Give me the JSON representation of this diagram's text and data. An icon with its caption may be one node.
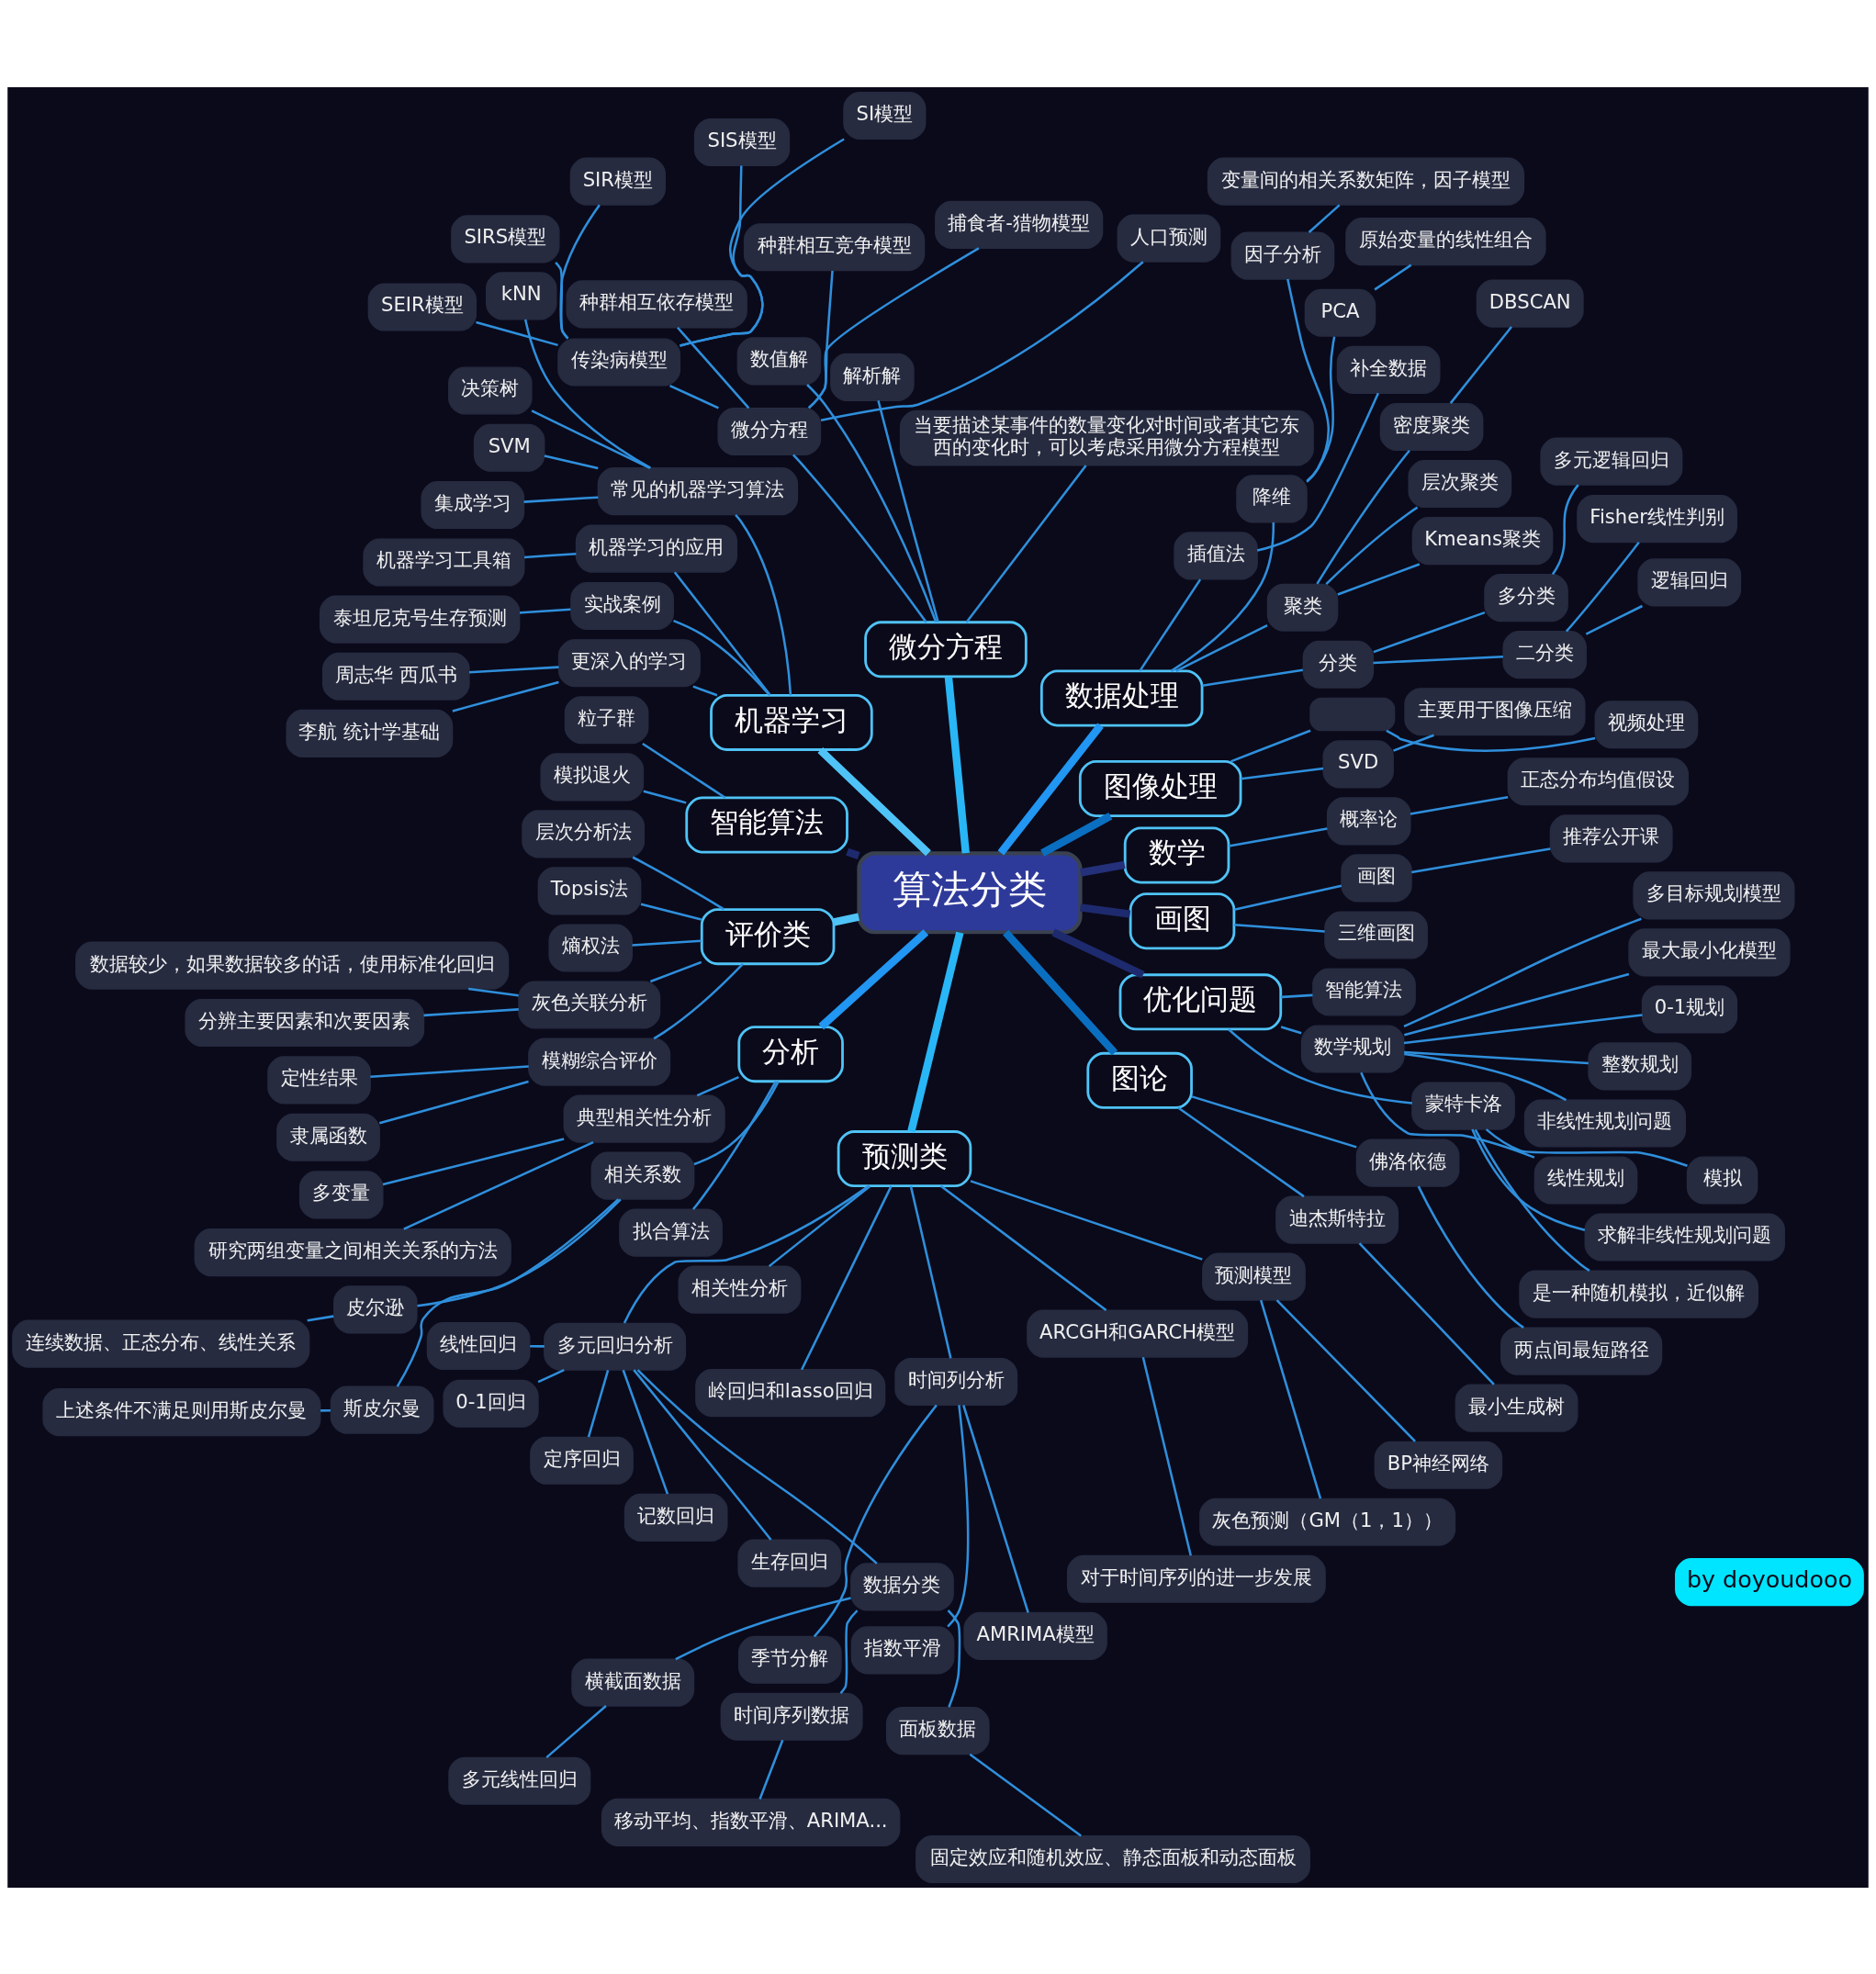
{
  "diagram": {
    "nodes": [
      {
        "text": [
          "算法分类"
        ]
      },
      {
        "text": [
          "画图"
        ]
      },
      {
        "text": [
          "三维画图"
        ]
      },
      {
        "text": [
          "画图"
        ]
      },
      {
        "text": [
          "推荐公开课"
        ]
      },
      {
        "text": [
          "数学"
        ]
      },
      {
        "text": [
          "概率论"
        ]
      },
      {
        "text": [
          "正态分布均值假设"
        ]
      },
      {
        "text": [
          "图像处理"
        ]
      },
      {
        "text": [
          "SVD"
        ]
      },
      {
        "text": [
          "主要用于图像压缩"
        ]
      },
      {
        "text": [],
        "shape": "box"
      },
      {
        "text": [
          "视频处理"
        ]
      },
      {
        "text": [
          "数据处理"
        ]
      },
      {
        "text": [
          "分类"
        ]
      },
      {
        "text": [
          "二分类"
        ]
      },
      {
        "text": [
          "逻辑回归"
        ]
      },
      {
        "text": [
          "Fisher线性判别"
        ]
      },
      {
        "text": [
          "多分类"
        ]
      },
      {
        "text": [
          "多元逻辑回归"
        ]
      },
      {
        "text": [
          "聚类"
        ]
      },
      {
        "text": [
          "Kmeans聚类"
        ]
      },
      {
        "text": [
          "层次聚类"
        ]
      },
      {
        "text": [
          "密度聚类"
        ]
      },
      {
        "text": [
          "DBSCAN"
        ]
      },
      {
        "text": [
          "插值法"
        ]
      },
      {
        "text": [
          "补全数据"
        ]
      },
      {
        "text": [
          "降维"
        ]
      },
      {
        "text": [
          "PCA"
        ]
      },
      {
        "text": [
          "原始变量的线性组合"
        ]
      },
      {
        "text": [
          "因子分析"
        ]
      },
      {
        "text": [
          "变量间的相关系数矩阵，因子模型"
        ]
      },
      {
        "text": [
          "微分方程"
        ]
      },
      {
        "text": [
          "当要描述某事件的数量变化对时间或者其它东西的变化时，可以考虑采用微分方程模型"
        ]
      },
      {
        "text": [
          "解析解"
        ]
      },
      {
        "text": [
          "数值解"
        ]
      },
      {
        "text": [
          "微分方程"
        ]
      },
      {
        "text": [
          "人口预测"
        ]
      },
      {
        "text": [
          "捕食者-猎物模型"
        ]
      },
      {
        "text": [
          "种群相互竞争模型"
        ]
      },
      {
        "text": [
          "种群相互依存模型"
        ]
      },
      {
        "text": [
          "传染病模型"
        ]
      },
      {
        "text": [
          "SI模型"
        ]
      },
      {
        "text": [
          "SIS模型"
        ]
      },
      {
        "text": [
          "SIR模型"
        ]
      },
      {
        "text": [
          "SIRS模型"
        ]
      },
      {
        "text": [
          "SEIR模型"
        ]
      },
      {
        "text": [
          "机器学习"
        ]
      },
      {
        "text": [
          "常见的机器学习算法"
        ]
      },
      {
        "text": [
          "kNN"
        ]
      },
      {
        "text": [
          "决策树"
        ]
      },
      {
        "text": [
          "SVM"
        ]
      },
      {
        "text": [
          "集成学习"
        ]
      },
      {
        "text": [
          "机器学习的应用"
        ]
      },
      {
        "text": [
          "机器学习工具箱"
        ]
      },
      {
        "text": [
          "实战案例"
        ]
      },
      {
        "text": [
          "泰坦尼克号生存预测"
        ]
      },
      {
        "text": [
          "更深入的学习"
        ]
      },
      {
        "text": [
          "周志华 西瓜书"
        ]
      },
      {
        "text": [
          "李航 统计学基础"
        ]
      },
      {
        "text": [
          "智能算法"
        ]
      },
      {
        "text": [
          "粒子群"
        ]
      },
      {
        "text": [
          "模拟退火"
        ]
      },
      {
        "text": [
          "评价类"
        ]
      },
      {
        "text": [
          "层次分析法"
        ]
      },
      {
        "text": [
          "Topsis法"
        ]
      },
      {
        "text": [
          "熵权法"
        ]
      },
      {
        "text": [
          "灰色关联分析"
        ]
      },
      {
        "text": [
          "数据较少，如果数据较多的话，使用标准化回归"
        ]
      },
      {
        "text": [
          "分辨主要因素和次要因素"
        ]
      },
      {
        "text": [
          "模糊综合评价"
        ]
      },
      {
        "text": [
          "定性结果"
        ]
      },
      {
        "text": [
          "隶属函数"
        ]
      },
      {
        "text": [
          "分析"
        ]
      },
      {
        "text": [
          "典型相关性分析"
        ]
      },
      {
        "text": [
          "多变量"
        ]
      },
      {
        "text": [
          "研究两组变量之间相关关系的方法"
        ]
      },
      {
        "text": [
          "相关系数"
        ]
      },
      {
        "text": [
          "皮尔逊"
        ]
      },
      {
        "text": [
          "连续数据、正态分布、线性关系"
        ]
      },
      {
        "text": [
          "斯皮尔曼"
        ]
      },
      {
        "text": [
          "上述条件不满足则用斯皮尔曼"
        ]
      },
      {
        "text": [
          "拟合算法"
        ]
      },
      {
        "text": [
          "预测类"
        ]
      },
      {
        "text": [
          "相关性分析"
        ]
      },
      {
        "text": [
          "多元回归分析"
        ]
      },
      {
        "text": [
          "线性回归"
        ]
      },
      {
        "text": [
          "0-1回归"
        ]
      },
      {
        "text": [
          "定序回归"
        ]
      },
      {
        "text": [
          "记数回归"
        ]
      },
      {
        "text": [
          "生存回归"
        ]
      },
      {
        "text": [
          "数据分类"
        ]
      },
      {
        "text": [
          "横截面数据"
        ]
      },
      {
        "text": [
          "多元线性回归"
        ]
      },
      {
        "text": [
          "时间序列数据"
        ]
      },
      {
        "text": [
          "移动平均、指数平滑、ARIMA..."
        ]
      },
      {
        "text": [
          "面板数据"
        ]
      },
      {
        "text": [
          "固定效应和随机效应、静态面板和动态面板"
        ]
      },
      {
        "text": [
          "岭回归和lasso回归"
        ]
      },
      {
        "text": [
          "时间列分析"
        ]
      },
      {
        "text": [
          "季节分解"
        ]
      },
      {
        "text": [
          "指数平滑"
        ]
      },
      {
        "text": [
          "AMRIMA模型"
        ]
      },
      {
        "text": [
          "ARCGH和GARCH模型"
        ]
      },
      {
        "text": [
          "对于时间序列的进一步发展"
        ]
      },
      {
        "text": [
          "预测模型"
        ]
      },
      {
        "text": [
          "灰色预测（GM（1，1））"
        ]
      },
      {
        "text": [
          "BP神经网络"
        ]
      },
      {
        "text": [
          "图论"
        ]
      },
      {
        "text": [
          "迪杰斯特拉"
        ]
      },
      {
        "text": [
          "最小生成树"
        ]
      },
      {
        "text": [
          "佛洛依德"
        ]
      },
      {
        "text": [
          "两点间最短路径"
        ]
      },
      {
        "text": [
          "优化问题"
        ]
      },
      {
        "text": [
          "蒙特卡洛"
        ]
      },
      {
        "text": [
          "是一种随机模拟，近似解"
        ]
      },
      {
        "text": [
          "求解非线性规划问题"
        ]
      },
      {
        "text": [
          "模拟"
        ]
      },
      {
        "text": [
          "数学规划"
        ]
      },
      {
        "text": [
          "线性规划"
        ]
      },
      {
        "text": [
          "非线性规划问题"
        ]
      },
      {
        "text": [
          "整数规划"
        ]
      },
      {
        "text": [
          "0-1规划"
        ]
      },
      {
        "text": [
          "最大最小化模型"
        ]
      },
      {
        "text": [
          "多目标规划模型"
        ]
      },
      {
        "text": [
          "智能算法"
        ]
      }
    ],
    "edges": [
      {
        "from": 0,
        "to": 1,
        "arrow": "none",
        "style": "thick",
        "color": "#1e2a6e"
      },
      {
        "from": 1,
        "to": 2,
        "arrow": "none"
      },
      {
        "from": 1,
        "to": 3,
        "arrow": "none"
      },
      {
        "from": 3,
        "to": 4,
        "arrow": "none"
      },
      {
        "from": 0,
        "to": 5,
        "arrow": "none",
        "style": "thick",
        "color": "#24307a"
      },
      {
        "from": 5,
        "to": 6,
        "arrow": "none"
      },
      {
        "from": 6,
        "to": 7,
        "arrow": "none"
      },
      {
        "from": 0,
        "to": 8,
        "arrow": "none",
        "style": "thick",
        "color": "#0a6fc0"
      },
      {
        "from": 8,
        "to": 9,
        "arrow": "none"
      },
      {
        "from": 9,
        "to": 10,
        "arrow": "none"
      },
      {
        "from": 8,
        "to": 11,
        "arrow": "none"
      },
      {
        "from": 11,
        "to": 12,
        "arrow": "none"
      },
      {
        "from": 0,
        "to": 13,
        "arrow": "none",
        "style": "thick",
        "color": "#2196f3"
      },
      {
        "from": 13,
        "to": 14,
        "arrow": "none"
      },
      {
        "from": 14,
        "to": 15,
        "arrow": "none"
      },
      {
        "from": 15,
        "to": 16,
        "arrow": "none"
      },
      {
        "from": 15,
        "to": 17,
        "arrow": "none"
      },
      {
        "from": 14,
        "to": 18,
        "arrow": "none"
      },
      {
        "from": 18,
        "to": 19,
        "arrow": "none"
      },
      {
        "from": 13,
        "to": 20,
        "arrow": "none"
      },
      {
        "from": 20,
        "to": 21,
        "arrow": "none"
      },
      {
        "from": 20,
        "to": 22,
        "arrow": "none"
      },
      {
        "from": 20,
        "to": 23,
        "arrow": "none"
      },
      {
        "from": 23,
        "to": 24,
        "arrow": "none"
      },
      {
        "from": 13,
        "to": 25,
        "arrow": "none"
      },
      {
        "from": 25,
        "to": 26,
        "arrow": "none"
      },
      {
        "from": 13,
        "to": 27,
        "arrow": "none"
      },
      {
        "from": 27,
        "to": 28,
        "arrow": "none"
      },
      {
        "from": 28,
        "to": 29,
        "arrow": "none"
      },
      {
        "from": 27,
        "to": 30,
        "arrow": "none"
      },
      {
        "from": 30,
        "to": 31,
        "arrow": "none"
      },
      {
        "from": 0,
        "to": 32,
        "arrow": "none",
        "style": "thick",
        "color": "#29b6f6"
      },
      {
        "from": 32,
        "to": 33,
        "arrow": "none"
      },
      {
        "from": 32,
        "to": 34,
        "arrow": "none"
      },
      {
        "from": 32,
        "to": 35,
        "arrow": "none"
      },
      {
        "from": 32,
        "to": 36,
        "arrow": "none"
      },
      {
        "from": 36,
        "to": 37,
        "arrow": "none"
      },
      {
        "from": 36,
        "to": 38,
        "arrow": "none"
      },
      {
        "from": 36,
        "to": 39,
        "arrow": "none"
      },
      {
        "from": 36,
        "to": 40,
        "arrow": "none"
      },
      {
        "from": 36,
        "to": 41,
        "arrow": "none"
      },
      {
        "from": 41,
        "to": 42,
        "arrow": "none"
      },
      {
        "from": 41,
        "to": 43,
        "arrow": "none"
      },
      {
        "from": 41,
        "to": 44,
        "arrow": "none"
      },
      {
        "from": 41,
        "to": 45,
        "arrow": "none"
      },
      {
        "from": 41,
        "to": 46,
        "arrow": "none"
      },
      {
        "from": 0,
        "to": 47,
        "arrow": "none",
        "style": "thick",
        "color": "#4fc3f7"
      },
      {
        "from": 47,
        "to": 48,
        "arrow": "none"
      },
      {
        "from": 48,
        "to": 49,
        "arrow": "none"
      },
      {
        "from": 48,
        "to": 50,
        "arrow": "none"
      },
      {
        "from": 48,
        "to": 51,
        "arrow": "none"
      },
      {
        "from": 48,
        "to": 52,
        "arrow": "none"
      },
      {
        "from": 47,
        "to": 53,
        "arrow": "none"
      },
      {
        "from": 53,
        "to": 54,
        "arrow": "none"
      },
      {
        "from": 47,
        "to": 55,
        "arrow": "none"
      },
      {
        "from": 55,
        "to": 56,
        "arrow": "none"
      },
      {
        "from": 47,
        "to": 57,
        "arrow": "none"
      },
      {
        "from": 57,
        "to": 58,
        "arrow": "none"
      },
      {
        "from": 57,
        "to": 59,
        "arrow": "none"
      },
      {
        "from": 0,
        "to": 60,
        "arrow": "none",
        "style": "thick",
        "color": "#1e2a6e"
      },
      {
        "from": 60,
        "to": 61,
        "arrow": "none"
      },
      {
        "from": 60,
        "to": 62,
        "arrow": "none"
      },
      {
        "from": 0,
        "to": 63,
        "arrow": "none",
        "style": "thick",
        "color": "#4fc3f7"
      },
      {
        "from": 63,
        "to": 64,
        "arrow": "none"
      },
      {
        "from": 63,
        "to": 65,
        "arrow": "none"
      },
      {
        "from": 63,
        "to": 66,
        "arrow": "none"
      },
      {
        "from": 63,
        "to": 67,
        "arrow": "none"
      },
      {
        "from": 67,
        "to": 68,
        "arrow": "none"
      },
      {
        "from": 67,
        "to": 69,
        "arrow": "none"
      },
      {
        "from": 63,
        "to": 70,
        "arrow": "none"
      },
      {
        "from": 70,
        "to": 71,
        "arrow": "none"
      },
      {
        "from": 70,
        "to": 72,
        "arrow": "none"
      },
      {
        "from": 0,
        "to": 73,
        "arrow": "none",
        "style": "thick",
        "color": "#2196f3"
      },
      {
        "from": 73,
        "to": 74,
        "arrow": "none"
      },
      {
        "from": 74,
        "to": 75,
        "arrow": "none"
      },
      {
        "from": 74,
        "to": 76,
        "arrow": "none"
      },
      {
        "from": 73,
        "to": 77,
        "arrow": "none"
      },
      {
        "from": 77,
        "to": 78,
        "arrow": "none"
      },
      {
        "from": 78,
        "to": 79,
        "arrow": "none"
      },
      {
        "from": 77,
        "to": 80,
        "arrow": "none"
      },
      {
        "from": 80,
        "to": 81,
        "arrow": "none"
      },
      {
        "from": 73,
        "to": 82,
        "arrow": "none"
      },
      {
        "from": 0,
        "to": 83,
        "arrow": "none",
        "style": "thick",
        "color": "#29b6f6"
      },
      {
        "from": 83,
        "to": 84,
        "arrow": "none"
      },
      {
        "from": 83,
        "to": 85,
        "arrow": "none"
      },
      {
        "from": 85,
        "to": 86,
        "arrow": "none"
      },
      {
        "from": 85,
        "to": 87,
        "arrow": "none"
      },
      {
        "from": 85,
        "to": 88,
        "arrow": "none"
      },
      {
        "from": 85,
        "to": 89,
        "arrow": "none"
      },
      {
        "from": 85,
        "to": 90,
        "arrow": "none"
      },
      {
        "from": 85,
        "to": 91,
        "arrow": "none"
      },
      {
        "from": 91,
        "to": 92,
        "arrow": "none"
      },
      {
        "from": 92,
        "to": 93,
        "arrow": "none"
      },
      {
        "from": 91,
        "to": 94,
        "arrow": "none"
      },
      {
        "from": 94,
        "to": 95,
        "arrow": "none"
      },
      {
        "from": 91,
        "to": 96,
        "arrow": "none"
      },
      {
        "from": 96,
        "to": 97,
        "arrow": "none"
      },
      {
        "from": 83,
        "to": 98,
        "arrow": "none"
      },
      {
        "from": 83,
        "to": 99,
        "arrow": "none"
      },
      {
        "from": 99,
        "to": 100,
        "arrow": "none"
      },
      {
        "from": 99,
        "to": 101,
        "arrow": "none"
      },
      {
        "from": 99,
        "to": 102,
        "arrow": "none"
      },
      {
        "from": 83,
        "to": 103,
        "arrow": "none"
      },
      {
        "from": 103,
        "to": 104,
        "arrow": "none"
      },
      {
        "from": 83,
        "to": 105,
        "arrow": "none"
      },
      {
        "from": 105,
        "to": 106,
        "arrow": "none"
      },
      {
        "from": 105,
        "to": 107,
        "arrow": "none"
      },
      {
        "from": 0,
        "to": 108,
        "arrow": "none",
        "style": "thick",
        "color": "#0a6fc0"
      },
      {
        "from": 108,
        "to": 109,
        "arrow": "none"
      },
      {
        "from": 109,
        "to": 110,
        "arrow": "none"
      },
      {
        "from": 108,
        "to": 111,
        "arrow": "none"
      },
      {
        "from": 111,
        "to": 112,
        "arrow": "none"
      },
      {
        "from": 0,
        "to": 113,
        "arrow": "none",
        "style": "thick",
        "color": "#1e2a6e"
      },
      {
        "from": 113,
        "to": 114,
        "arrow": "none"
      },
      {
        "from": 114,
        "to": 115,
        "arrow": "none"
      },
      {
        "from": 114,
        "to": 116,
        "arrow": "none"
      },
      {
        "from": 114,
        "to": 117,
        "arrow": "none"
      },
      {
        "from": 113,
        "to": 118,
        "arrow": "none"
      },
      {
        "from": 118,
        "to": 119,
        "arrow": "none"
      },
      {
        "from": 118,
        "to": 120,
        "arrow": "none"
      },
      {
        "from": 118,
        "to": 121,
        "arrow": "none"
      },
      {
        "from": 118,
        "to": 122,
        "arrow": "none"
      },
      {
        "from": 118,
        "to": 123,
        "arrow": "none"
      },
      {
        "from": 118,
        "to": 124,
        "arrow": "none"
      },
      {
        "from": 113,
        "to": 125,
        "arrow": "none"
      }
    ],
    "labels": [
      "by doyoudooo"
    ]
  }
}
